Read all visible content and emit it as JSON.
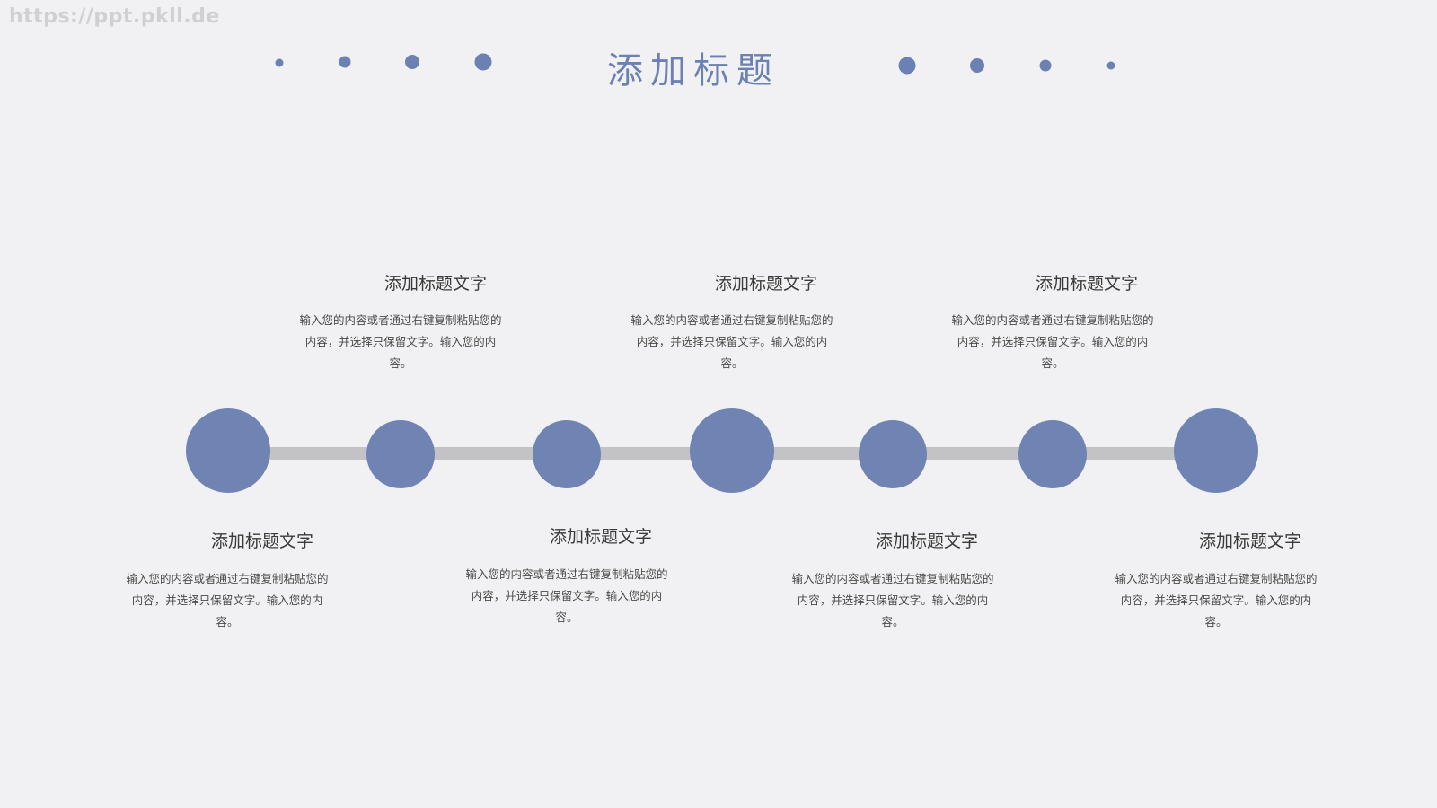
{
  "watermark": "https://ppt.pkll.de",
  "title": "添加标题",
  "items": [
    {
      "heading": "添加标题文字",
      "desc": "输入您的内容或者通过右键复制粘贴您的内容，并选择只保留文字。输入您的内容。"
    },
    {
      "heading": "添加标题文字",
      "desc": "输入您的内容或者通过右键复制粘贴您的内容，并选择只保留文字。输入您的内容。"
    },
    {
      "heading": "添加标题文字",
      "desc": "输入您的内容或者通过右键复制粘贴您的内容，并选择只保留文字。输入您的内容。"
    },
    {
      "heading": "添加标题文字",
      "desc": "输入您的内容或者通过右键复制粘贴您的内容，并选择只保留文字。输入您的内容。"
    },
    {
      "heading": "添加标题文字",
      "desc": "输入您的内容或者通过右键复制粘贴您的内容，并选择只保留文字。输入您的内容。"
    },
    {
      "heading": "添加标题文字",
      "desc": "输入您的内容或者通过右键复制粘贴您的内容，并选择只保留文字。输入您的内容。"
    },
    {
      "heading": "添加标题文字",
      "desc": "输入您的内容或者通过右键复制粘贴您的内容，并选择只保留文字。输入您的内容。"
    }
  ],
  "colors": {
    "accent": "#6f84b3",
    "connector": "#c3c3c6",
    "background": "#f1f1f3"
  }
}
